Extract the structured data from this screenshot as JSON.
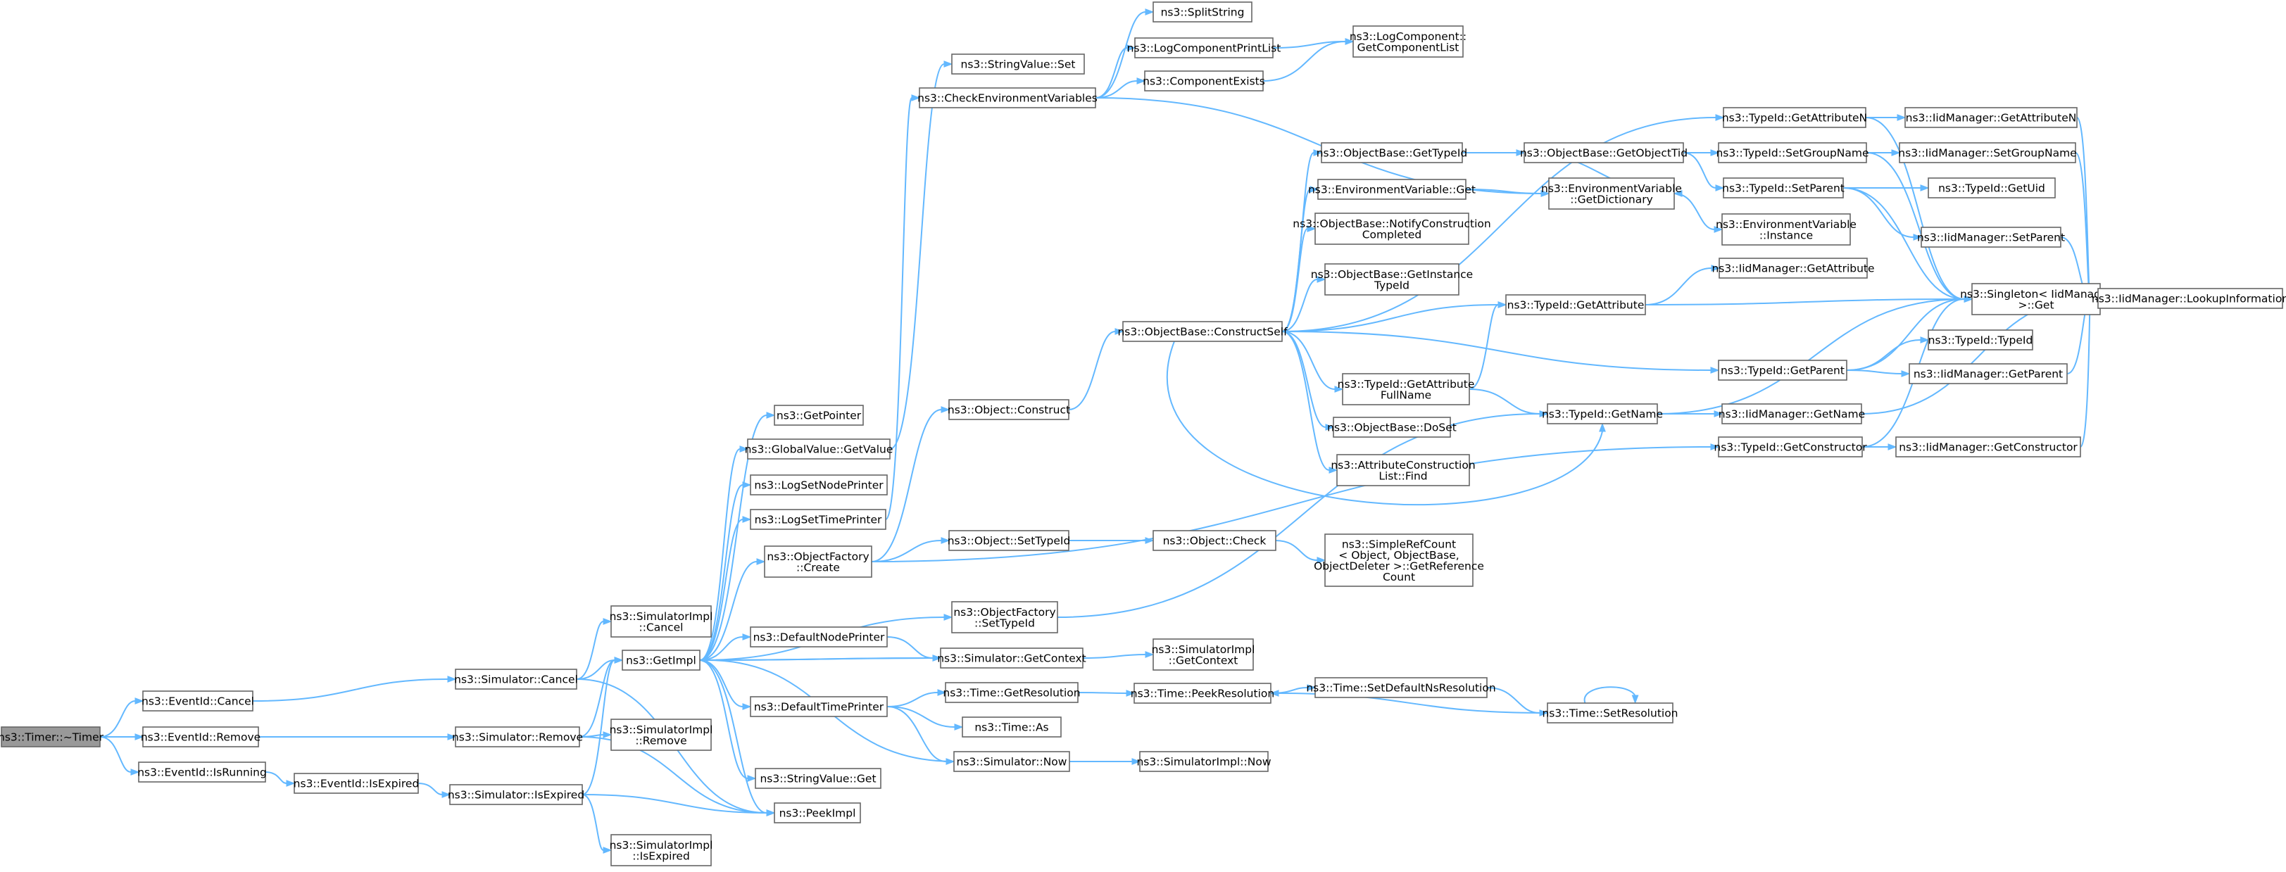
{
  "diagram": {
    "type": "call-graph",
    "colors": {
      "edge": "#63b8ff",
      "node_border": "#666666",
      "root_fill": "#999999",
      "node_fill": "#ffffff"
    },
    "nodes": [
      {
        "id": "timer_dtor",
        "label": [
          "ns3::Timer::~Timer"
        ],
        "root": true
      },
      {
        "id": "eventid_cancel",
        "label": [
          "ns3::EventId::Cancel"
        ]
      },
      {
        "id": "eventid_remove",
        "label": [
          "ns3::EventId::Remove"
        ]
      },
      {
        "id": "eventid_isrunning",
        "label": [
          "ns3::EventId::IsRunning"
        ]
      },
      {
        "id": "eventid_isexpired",
        "label": [
          "ns3::EventId::IsExpired"
        ]
      },
      {
        "id": "sim_cancel",
        "label": [
          "ns3::Simulator::Cancel"
        ]
      },
      {
        "id": "sim_remove",
        "label": [
          "ns3::Simulator::Remove"
        ]
      },
      {
        "id": "sim_isexpired",
        "label": [
          "ns3::Simulator::IsExpired"
        ]
      },
      {
        "id": "simimpl_cancel",
        "label": [
          "ns3::SimulatorImpl",
          "::Cancel"
        ]
      },
      {
        "id": "simimpl_remove",
        "label": [
          "ns3::SimulatorImpl",
          "::Remove"
        ]
      },
      {
        "id": "simimpl_isexpired",
        "label": [
          "ns3::SimulatorImpl",
          "::IsExpired"
        ]
      },
      {
        "id": "getimpl",
        "label": [
          "ns3::GetImpl"
        ]
      },
      {
        "id": "peekimpl",
        "label": [
          "ns3::PeekImpl"
        ]
      },
      {
        "id": "getpointer",
        "label": [
          "ns3::GetPointer"
        ]
      },
      {
        "id": "gv_getvalue",
        "label": [
          "ns3::GlobalValue::GetValue"
        ]
      },
      {
        "id": "logsetnode",
        "label": [
          "ns3::LogSetNodePrinter"
        ]
      },
      {
        "id": "logsettime",
        "label": [
          "ns3::LogSetTimePrinter"
        ]
      },
      {
        "id": "of_create",
        "label": [
          "ns3::ObjectFactory",
          "::Create"
        ]
      },
      {
        "id": "defnodeprinter",
        "label": [
          "ns3::DefaultNodePrinter"
        ]
      },
      {
        "id": "deftimeprinter",
        "label": [
          "ns3::DefaultTimePrinter"
        ]
      },
      {
        "id": "stringvalue_get",
        "label": [
          "ns3::StringValue::Get"
        ]
      },
      {
        "id": "stringvalue_set",
        "label": [
          "ns3::StringValue::Set"
        ]
      },
      {
        "id": "checkenv",
        "label": [
          "ns3::CheckEnvironmentVariables"
        ]
      },
      {
        "id": "splitstring",
        "label": [
          "ns3::SplitString"
        ]
      },
      {
        "id": "logcompprintlist",
        "label": [
          "ns3::LogComponentPrintList"
        ]
      },
      {
        "id": "componentexists",
        "label": [
          "ns3::ComponentExists"
        ]
      },
      {
        "id": "logcomp_getlist",
        "label": [
          "ns3::LogComponent::",
          "GetComponentList"
        ]
      },
      {
        "id": "obj_construct",
        "label": [
          "ns3::Object::Construct"
        ]
      },
      {
        "id": "obj_settypeid",
        "label": [
          "ns3::Object::SetTypeId"
        ]
      },
      {
        "id": "obj_check",
        "label": [
          "ns3::Object::Check"
        ]
      },
      {
        "id": "of_settypeid",
        "label": [
          "ns3::ObjectFactory",
          "::SetTypeId"
        ]
      },
      {
        "id": "sim_getcontext",
        "label": [
          "ns3::Simulator::GetContext"
        ]
      },
      {
        "id": "simimpl_getcontext",
        "label": [
          "ns3::SimulatorImpl",
          "::GetContext"
        ]
      },
      {
        "id": "time_getres",
        "label": [
          "ns3::Time::GetResolution"
        ]
      },
      {
        "id": "time_as",
        "label": [
          "ns3::Time::As"
        ]
      },
      {
        "id": "sim_now",
        "label": [
          "ns3::Simulator::Now"
        ]
      },
      {
        "id": "simimpl_now",
        "label": [
          "ns3::SimulatorImpl::Now"
        ]
      },
      {
        "id": "time_peekres",
        "label": [
          "ns3::Time::PeekResolution"
        ]
      },
      {
        "id": "time_setdefns",
        "label": [
          "ns3::Time::SetDefaultNsResolution"
        ]
      },
      {
        "id": "time_setres",
        "label": [
          "ns3::Time::SetResolution"
        ]
      },
      {
        "id": "ob_constructself",
        "label": [
          "ns3::ObjectBase::ConstructSelf"
        ]
      },
      {
        "id": "ob_gettypeid",
        "label": [
          "ns3::ObjectBase::GetTypeId"
        ]
      },
      {
        "id": "envvar_get",
        "label": [
          "ns3::EnvironmentVariable::Get"
        ]
      },
      {
        "id": "ob_notify",
        "label": [
          "ns3::ObjectBase::NotifyConstruction",
          "Completed"
        ]
      },
      {
        "id": "ob_getinstance",
        "label": [
          "ns3::ObjectBase::GetInstance",
          "TypeId"
        ]
      },
      {
        "id": "tid_getattrfull",
        "label": [
          "ns3::TypeId::GetAttribute",
          "FullName"
        ]
      },
      {
        "id": "ob_doset",
        "label": [
          "ns3::ObjectBase::DoSet"
        ]
      },
      {
        "id": "attrlist_find",
        "label": [
          "ns3::AttributeConstruction",
          "List::Find"
        ]
      },
      {
        "id": "simplerefcount",
        "label": [
          "ns3::SimpleRefCount",
          "< Object, ObjectBase,",
          "ObjectDeleter >::GetReference",
          "Count"
        ]
      },
      {
        "id": "ob_getobjecttid",
        "label": [
          "ns3::ObjectBase::GetObjectTid"
        ]
      },
      {
        "id": "envvar_getdict",
        "label": [
          "ns3::EnvironmentVariable",
          "::GetDictionary"
        ]
      },
      {
        "id": "envvar_instance",
        "label": [
          "ns3::EnvironmentVariable",
          "::Instance"
        ]
      },
      {
        "id": "tid_getattribute",
        "label": [
          "ns3::TypeId::GetAttribute"
        ]
      },
      {
        "id": "tid_getparent",
        "label": [
          "ns3::TypeId::GetParent"
        ]
      },
      {
        "id": "tid_getname",
        "label": [
          "ns3::TypeId::GetName"
        ]
      },
      {
        "id": "tid_getconstructor",
        "label": [
          "ns3::TypeId::GetConstructor"
        ]
      },
      {
        "id": "tid_getattributen",
        "label": [
          "ns3::TypeId::GetAttributeN"
        ]
      },
      {
        "id": "tid_setgroupname",
        "label": [
          "ns3::TypeId::SetGroupName"
        ]
      },
      {
        "id": "tid_setparent",
        "label": [
          "ns3::TypeId::SetParent"
        ]
      },
      {
        "id": "iid_getattribute",
        "label": [
          "ns3::IidManager::GetAttribute"
        ]
      },
      {
        "id": "singleton_get",
        "label": [
          "ns3::Singleton< IidManager",
          ">::Get"
        ]
      },
      {
        "id": "tid_typeid",
        "label": [
          "ns3::TypeId::TypeId"
        ]
      },
      {
        "id": "iid_getname",
        "label": [
          "ns3::IidManager::GetName"
        ]
      },
      {
        "id": "iid_getattributen",
        "label": [
          "ns3::IidManager::GetAttributeN"
        ]
      },
      {
        "id": "iid_setgroupname",
        "label": [
          "ns3::IidManager::SetGroupName"
        ]
      },
      {
        "id": "tid_getuid",
        "label": [
          "ns3::TypeId::GetUid"
        ]
      },
      {
        "id": "iid_setparent",
        "label": [
          "ns3::IidManager::SetParent"
        ]
      },
      {
        "id": "iid_getparent",
        "label": [
          "ns3::IidManager::GetParent"
        ]
      },
      {
        "id": "iid_getconstructor",
        "label": [
          "ns3::IidManager::GetConstructor"
        ]
      },
      {
        "id": "iid_lookup",
        "label": [
          "ns3::IidManager::LookupInformation"
        ]
      }
    ],
    "edges": [
      [
        "timer_dtor",
        "eventid_cancel"
      ],
      [
        "timer_dtor",
        "eventid_remove"
      ],
      [
        "timer_dtor",
        "eventid_isrunning"
      ],
      [
        "eventid_cancel",
        "sim_cancel"
      ],
      [
        "eventid_remove",
        "sim_remove"
      ],
      [
        "eventid_isrunning",
        "eventid_isexpired"
      ],
      [
        "eventid_isexpired",
        "sim_isexpired"
      ],
      [
        "sim_cancel",
        "simimpl_cancel"
      ],
      [
        "sim_cancel",
        "getimpl"
      ],
      [
        "sim_cancel",
        "peekimpl"
      ],
      [
        "sim_remove",
        "getimpl"
      ],
      [
        "sim_remove",
        "simimpl_remove"
      ],
      [
        "sim_remove",
        "peekimpl"
      ],
      [
        "sim_isexpired",
        "getimpl"
      ],
      [
        "sim_isexpired",
        "peekimpl"
      ],
      [
        "sim_isexpired",
        "simimpl_isexpired"
      ],
      [
        "getimpl",
        "getpointer"
      ],
      [
        "getimpl",
        "gv_getvalue"
      ],
      [
        "getimpl",
        "logsetnode"
      ],
      [
        "getimpl",
        "logsettime"
      ],
      [
        "getimpl",
        "of_create"
      ],
      [
        "getimpl",
        "of_settypeid"
      ],
      [
        "getimpl",
        "defnodeprinter"
      ],
      [
        "getimpl",
        "sim_getcontext"
      ],
      [
        "getimpl",
        "deftimeprinter"
      ],
      [
        "getimpl",
        "stringvalue_get"
      ],
      [
        "getimpl",
        "peekimpl"
      ],
      [
        "gv_getvalue",
        "stringvalue_set"
      ],
      [
        "logsettime",
        "checkenv"
      ],
      [
        "of_create",
        "obj_construct"
      ],
      [
        "of_create",
        "obj_settypeid"
      ],
      [
        "of_create",
        "tid_getconstructor"
      ],
      [
        "defnodeprinter",
        "sim_getcontext"
      ],
      [
        "sim_getcontext",
        "simimpl_getcontext"
      ],
      [
        "sim_getcontext",
        "getimpl"
      ],
      [
        "deftimeprinter",
        "time_getres"
      ],
      [
        "deftimeprinter",
        "time_as"
      ],
      [
        "deftimeprinter",
        "sim_now"
      ],
      [
        "sim_now",
        "simimpl_now"
      ],
      [
        "sim_now",
        "getimpl"
      ],
      [
        "time_getres",
        "time_peekres"
      ],
      [
        "time_peekres",
        "time_setdefns"
      ],
      [
        "time_setdefns",
        "time_setres"
      ],
      [
        "time_setres",
        "time_peekres"
      ],
      [
        "time_setres",
        "time_setres"
      ],
      [
        "checkenv",
        "splitstring"
      ],
      [
        "checkenv",
        "logcompprintlist"
      ],
      [
        "checkenv",
        "componentexists"
      ],
      [
        "checkenv",
        "envvar_getdict"
      ],
      [
        "logcompprintlist",
        "logcomp_getlist"
      ],
      [
        "componentexists",
        "logcomp_getlist"
      ],
      [
        "obj_construct",
        "ob_constructself"
      ],
      [
        "obj_settypeid",
        "obj_check"
      ],
      [
        "obj_check",
        "simplerefcount"
      ],
      [
        "of_settypeid",
        "tid_getname"
      ],
      [
        "ob_constructself",
        "ob_gettypeid"
      ],
      [
        "ob_constructself",
        "envvar_get"
      ],
      [
        "ob_constructself",
        "ob_notify"
      ],
      [
        "ob_constructself",
        "ob_getinstance"
      ],
      [
        "ob_constructself",
        "tid_getattrfull"
      ],
      [
        "ob_constructself",
        "ob_doset"
      ],
      [
        "ob_constructself",
        "attrlist_find"
      ],
      [
        "ob_constructself",
        "tid_getattribute"
      ],
      [
        "ob_constructself",
        "tid_getparent"
      ],
      [
        "ob_constructself",
        "tid_getname"
      ],
      [
        "ob_constructself",
        "tid_getattributen"
      ],
      [
        "ob_gettypeid",
        "ob_getobjecttid"
      ],
      [
        "envvar_get",
        "envvar_getdict"
      ],
      [
        "tid_getattrfull",
        "tid_getattribute"
      ],
      [
        "tid_getattrfull",
        "tid_getname"
      ],
      [
        "ob_getobjecttid",
        "tid_setgroupname"
      ],
      [
        "ob_getobjecttid",
        "tid_setparent"
      ],
      [
        "ob_getobjecttid",
        "envvar_getdict"
      ],
      [
        "envvar_getdict",
        "envvar_instance"
      ],
      [
        "tid_getattribute",
        "iid_getattribute"
      ],
      [
        "tid_getattribute",
        "singleton_get"
      ],
      [
        "tid_getparent",
        "singleton_get"
      ],
      [
        "tid_getparent",
        "tid_typeid"
      ],
      [
        "tid_getparent",
        "iid_getparent"
      ],
      [
        "tid_getname",
        "singleton_get"
      ],
      [
        "tid_getname",
        "iid_getname"
      ],
      [
        "tid_getconstructor",
        "singleton_get"
      ],
      [
        "tid_getconstructor",
        "iid_getconstructor"
      ],
      [
        "tid_getattributen",
        "iid_getattributen"
      ],
      [
        "tid_getattributen",
        "singleton_get"
      ],
      [
        "tid_setgroupname",
        "iid_setgroupname"
      ],
      [
        "tid_setgroupname",
        "singleton_get"
      ],
      [
        "tid_setparent",
        "tid_getuid"
      ],
      [
        "tid_setparent",
        "iid_setparent"
      ],
      [
        "tid_setparent",
        "singleton_get"
      ],
      [
        "iid_getname",
        "iid_lookup"
      ],
      [
        "iid_getattributen",
        "iid_lookup"
      ],
      [
        "iid_setgroupname",
        "iid_lookup"
      ],
      [
        "iid_setparent",
        "iid_lookup"
      ],
      [
        "iid_getparent",
        "iid_lookup"
      ],
      [
        "iid_getconstructor",
        "iid_lookup"
      ]
    ]
  }
}
